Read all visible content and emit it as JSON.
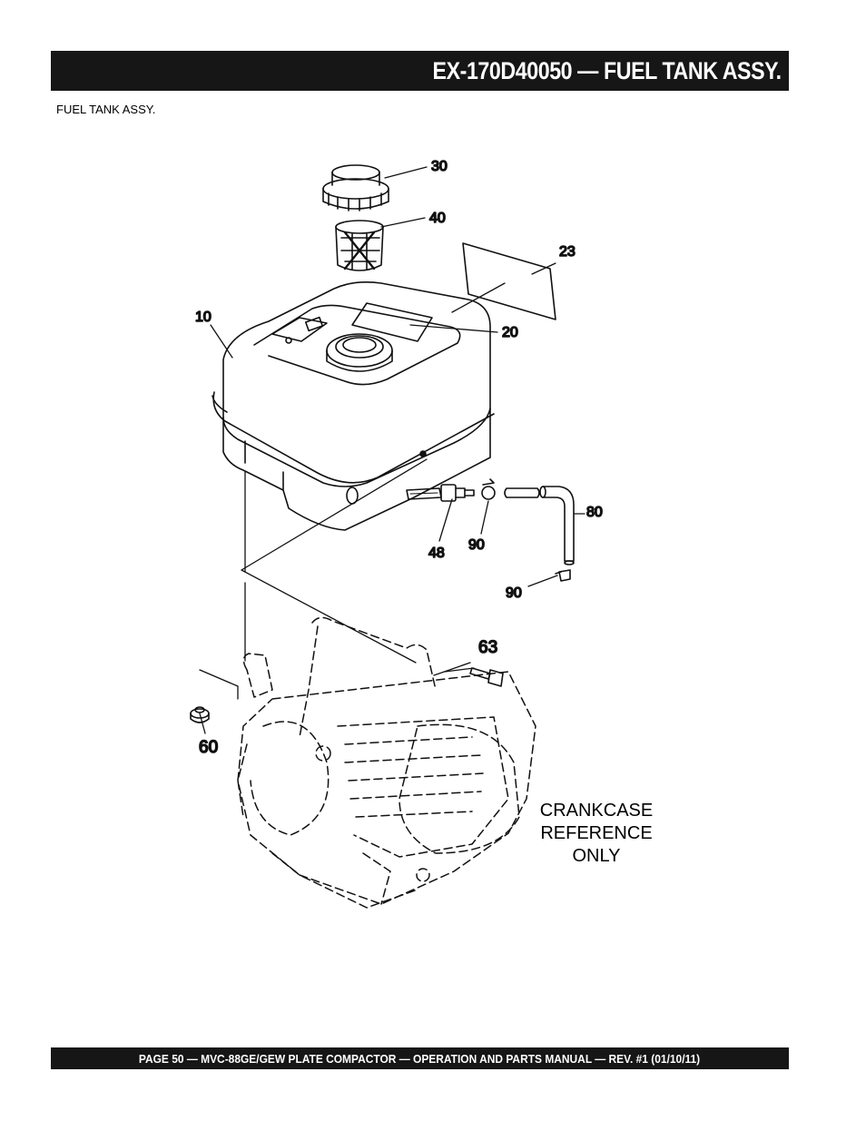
{
  "header": {
    "title": "EX-170D40050  — FUEL TANK ASSY."
  },
  "subtitle": "FUEL TANK ASSY.",
  "callouts": {
    "c10": "10",
    "c20": "20",
    "c23": "23",
    "c30": "30",
    "c40": "40",
    "c48": "48",
    "c60": "60",
    "c63": "63",
    "c80": "80",
    "c90a": "90",
    "c90b": "90"
  },
  "note": {
    "line1": "CRANKCASE",
    "line2": "REFERENCE",
    "line3": "ONLY"
  },
  "footer": {
    "text": "PAGE 50 — MVC-88GE/GEW PLATE COMPACTOR — OPERATION AND PARTS MANUAL — REV. #1 (01/10/11)"
  }
}
